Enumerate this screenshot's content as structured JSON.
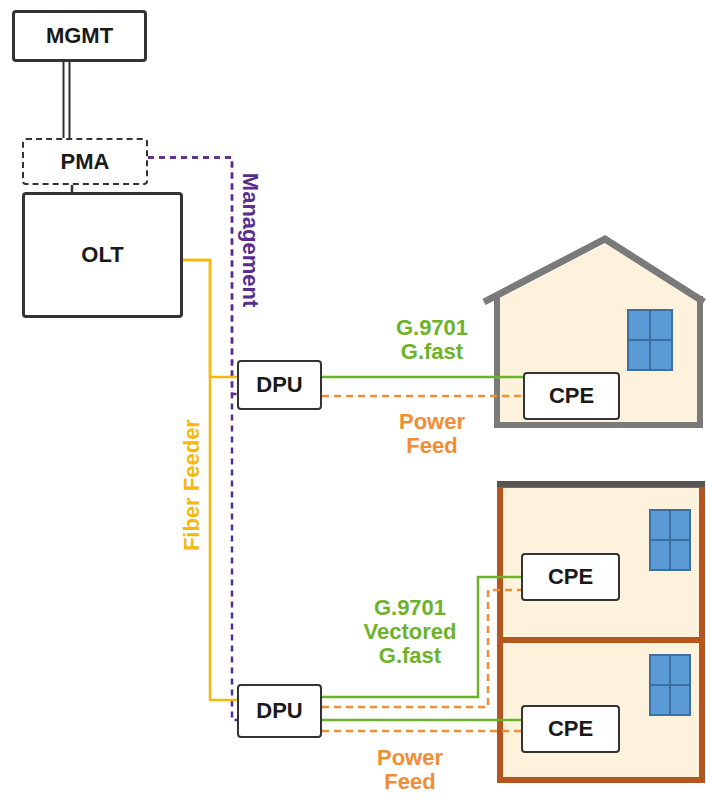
{
  "diagram": {
    "nodes": [
      {
        "text": [
          "MGMT"
        ]
      },
      {
        "text": [
          "PMA"
        ]
      },
      {
        "text": [
          "OLT"
        ]
      },
      {
        "text": [
          "DPU"
        ]
      },
      {
        "text": [
          "CPE"
        ]
      },
      {
        "text": [
          "CPE"
        ]
      },
      {
        "text": [
          "DPU"
        ]
      },
      {
        "text": [
          "CPE"
        ]
      }
    ],
    "edges": [
      {
        "from": 0,
        "to": 1,
        "arrow": "none"
      },
      {
        "from": 1,
        "to": 2,
        "arrow": "none"
      },
      {
        "from": 1,
        "to": 3,
        "label": "Management",
        "arrow": "none"
      },
      {
        "from": 1,
        "to": 6,
        "arrow": "none"
      },
      {
        "from": 2,
        "to": 3,
        "label": "Fiber Feeder",
        "arrow": "none"
      },
      {
        "from": 2,
        "to": 6,
        "arrow": "none"
      },
      {
        "from": 3,
        "to": 4,
        "label": "G.9701 G.fast",
        "arrow": "none"
      },
      {
        "from": 3,
        "to": 4,
        "label": "Power Feed",
        "arrow": "none"
      },
      {
        "from": 6,
        "to": 5,
        "label": "G.9701 Vectored G.fast",
        "arrow": "none"
      },
      {
        "from": 6,
        "to": 5,
        "arrow": "none"
      },
      {
        "from": 6,
        "to": 7,
        "arrow": "none"
      },
      {
        "from": 6,
        "to": 7,
        "label": "Power Feed",
        "arrow": "none"
      }
    ]
  }
}
